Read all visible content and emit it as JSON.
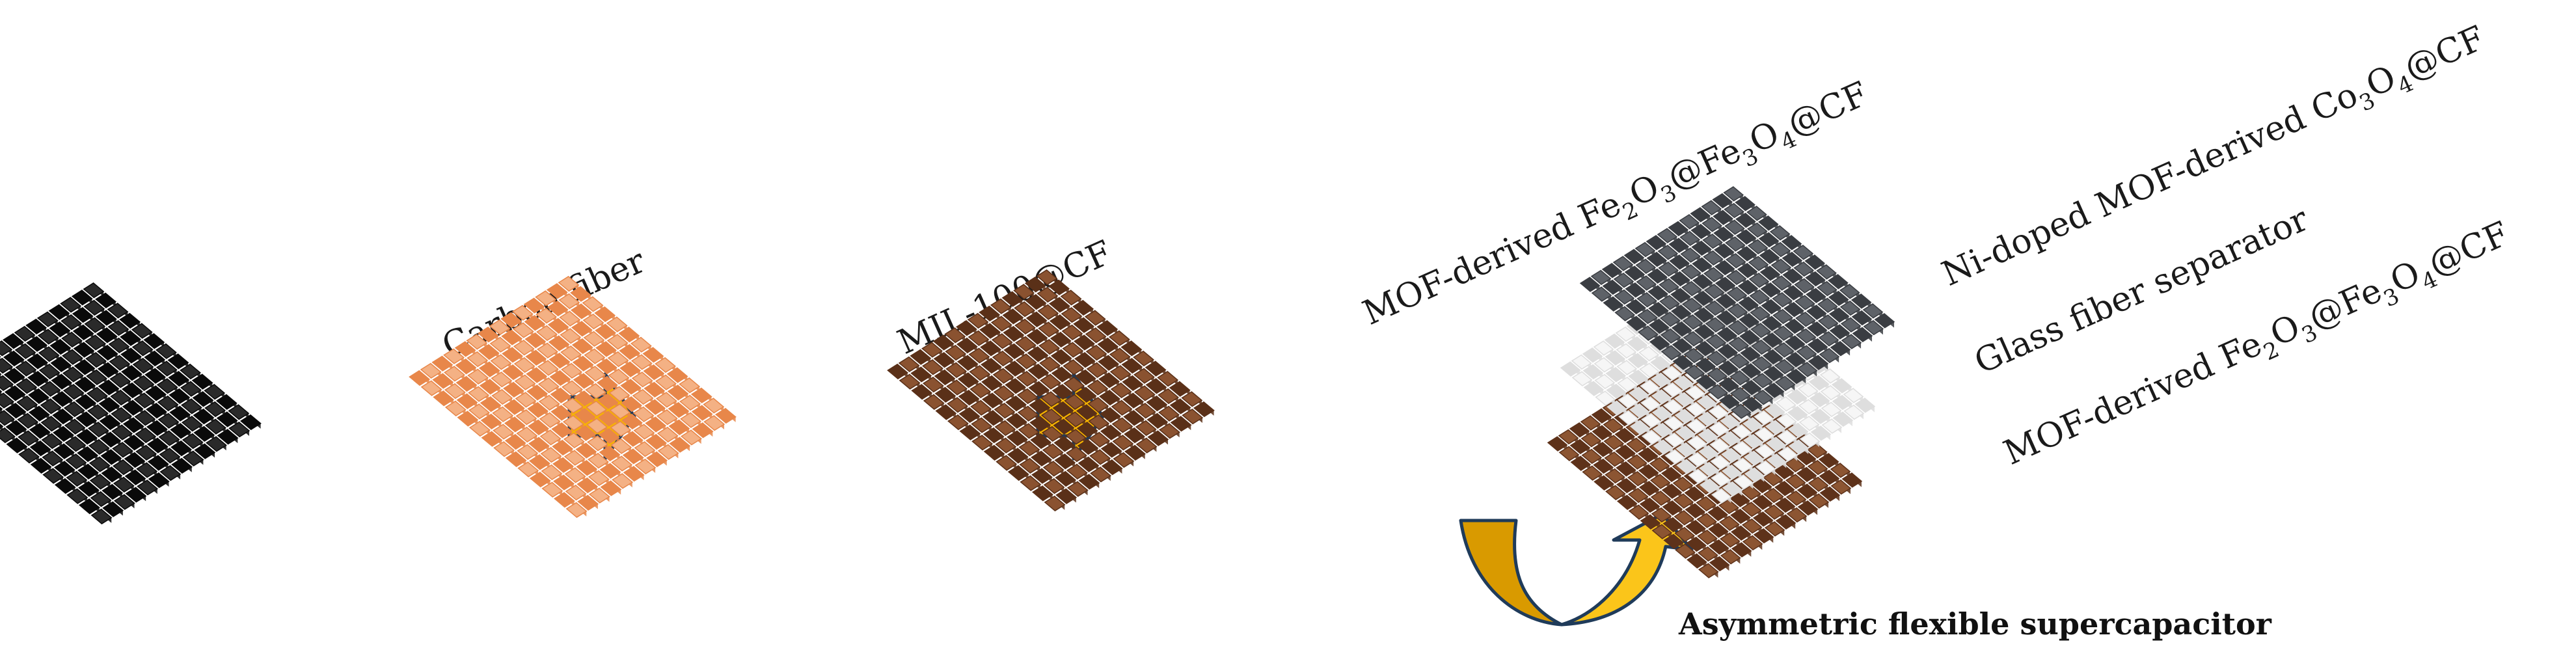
{
  "stages": [
    {
      "label_parts": [
        {
          "t": "Carbon fiber"
        }
      ],
      "color": "#0a0a0a",
      "stripe": "#2a2a2a",
      "gap": "#ffffff"
    },
    {
      "label_parts": [
        {
          "t": "MIL-100@CF"
        }
      ],
      "color": "#e8874a",
      "stripe": "#f4b184",
      "gap": "#ffffff"
    },
    {
      "label_parts": [
        {
          "t": "MOF-derived Fe"
        },
        {
          "t": "2",
          "sub": true
        },
        {
          "t": "O"
        },
        {
          "t": "3",
          "sub": true
        },
        {
          "t": "@Fe"
        },
        {
          "t": "3",
          "sub": true
        },
        {
          "t": "O"
        },
        {
          "t": "4",
          "sub": true
        },
        {
          "t": "@CF"
        }
      ],
      "color": "#5a3018",
      "stripe": "#8a5230",
      "gap": "#ffffff"
    }
  ],
  "device": {
    "layers": [
      {
        "label_parts": [
          {
            "t": "Ni-doped MOF-derived Co"
          },
          {
            "t": "3",
            "sub": true
          },
          {
            "t": "O"
          },
          {
            "t": "4",
            "sub": true
          },
          {
            "t": "@CF"
          }
        ],
        "color": "#3a3d42",
        "stripe": "#5e6268"
      },
      {
        "label_parts": [
          {
            "t": "Glass fiber separator"
          }
        ],
        "color": "#dedede",
        "stripe": "#f6f6f6"
      },
      {
        "label_parts": [
          {
            "t": "MOF-derived Fe"
          },
          {
            "t": "2",
            "sub": true
          },
          {
            "t": "O"
          },
          {
            "t": "3",
            "sub": true
          },
          {
            "t": "@Fe"
          },
          {
            "t": "3",
            "sub": true
          },
          {
            "t": "O"
          },
          {
            "t": "4",
            "sub": true
          },
          {
            "t": "@CF"
          }
        ],
        "color": "#5e321a",
        "stripe": "#8c5532"
      }
    ],
    "caption": "Asymmetric flexible supercapacitor"
  },
  "colors": {
    "arrow_fill": "#f7b500",
    "arrow_stroke": "#1f3b5a",
    "curved_arrow_dark": "#d99a00",
    "curved_arrow_light": "#fbc51a"
  }
}
